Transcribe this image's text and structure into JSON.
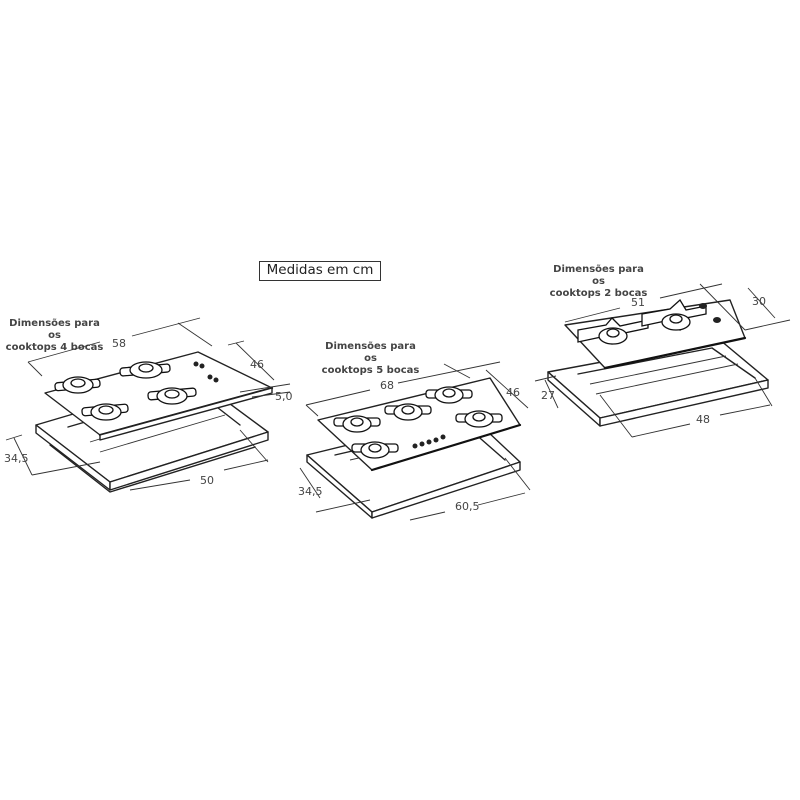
{
  "title": "Medidas em cm",
  "diagrams": [
    {
      "id": "4-bocas",
      "caption_line1": "Dimensões para os",
      "caption_line2": "cooktops 4 bocas",
      "burners": 4,
      "dimensions": {
        "width": "58",
        "depth": "46",
        "height": "5,0",
        "cutout_depth": "34,5",
        "cutout_width": "50"
      }
    },
    {
      "id": "5-bocas",
      "caption_line1": "Dimensões para os",
      "caption_line2": "cooktops 5 bocas",
      "burners": 5,
      "dimensions": {
        "width": "68",
        "depth": "46",
        "cutout_depth": "34,5",
        "cutout_width": "60,5"
      }
    },
    {
      "id": "2-bocas",
      "caption_line1": "Dimensões para os",
      "caption_line2": "cooktops 2 bocas",
      "burners": 2,
      "dimensions": {
        "width": "51",
        "depth": "30",
        "cutout_depth": "27",
        "cutout_width": "48"
      }
    }
  ],
  "colors": {
    "background": "#ffffff",
    "line": "#222222",
    "text": "#444444"
  }
}
